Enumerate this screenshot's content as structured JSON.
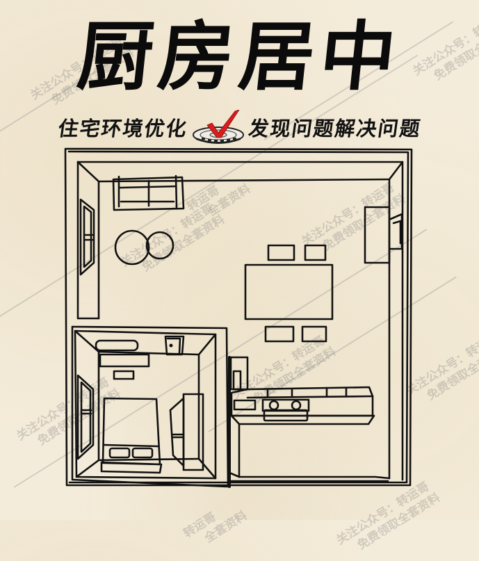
{
  "header": {
    "title": "厨房居中",
    "subtitle_left": "住宅环境优化",
    "subtitle_right": "发现问题解决问题",
    "badge_icon": "compass-checkmark-icon",
    "accent_color": "#d91c1c"
  },
  "watermark": {
    "line1": "关注公众号：转运哥",
    "line2": "免费领取全套资料",
    "short1": "转运哥",
    "short2": "全套资料"
  },
  "floor_plan": {
    "description": "Isometric line drawing of an apartment floor plan with the kitchen at the center",
    "rooms": [
      "living-room",
      "dining-area",
      "bedroom",
      "kitchen"
    ],
    "line_color": "#111111",
    "background_color": "#f4ecdb"
  }
}
